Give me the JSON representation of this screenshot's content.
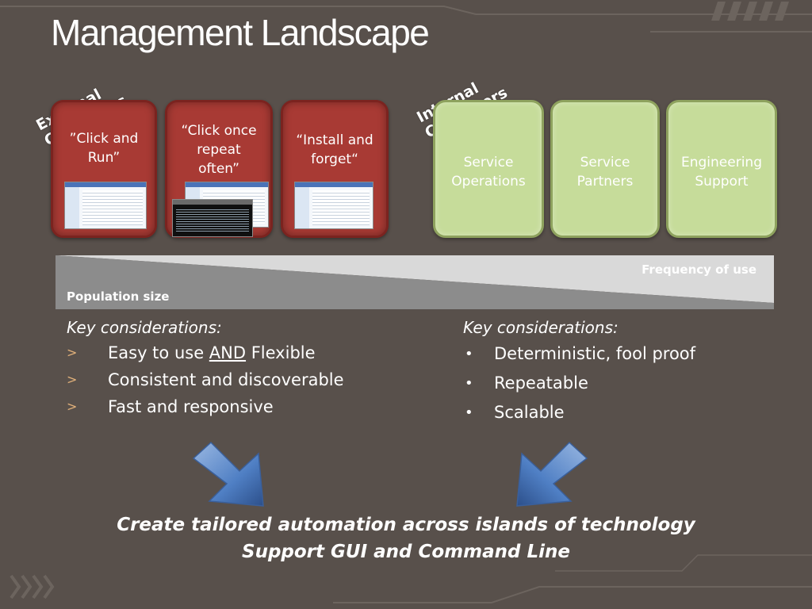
{
  "slide": {
    "title": "Management Landscape"
  },
  "groups": {
    "external": [
      "External",
      "Customers"
    ],
    "internal": [
      "Internal",
      "Customers"
    ]
  },
  "external_boxes": [
    {
      "lines": [
        "”Click and",
        "Run”"
      ]
    },
    {
      "lines": [
        "“Click once",
        "repeat",
        "often”"
      ]
    },
    {
      "lines": [
        "“Install and",
        "forget“"
      ]
    }
  ],
  "internal_boxes": [
    {
      "lines": [
        "Service",
        "Operations"
      ]
    },
    {
      "lines": [
        "Service",
        "Partners"
      ]
    },
    {
      "lines": [
        "Engineering",
        "Support"
      ]
    }
  ],
  "band": {
    "frequency_label": "Frequency of use",
    "population_label": "Population size"
  },
  "left_column": {
    "heading": "Key considerations:",
    "marker": ">",
    "items": [
      {
        "before": "Easy to use ",
        "emphasis": "AND",
        "after": " Flexible"
      },
      {
        "before": "Consistent and discoverable",
        "emphasis": "",
        "after": ""
      },
      {
        "before": "Fast and responsive",
        "emphasis": "",
        "after": ""
      }
    ]
  },
  "right_column": {
    "heading": "Key considerations:",
    "marker": "•",
    "items": [
      "Deterministic, fool proof",
      "Repeatable",
      "Scalable"
    ]
  },
  "conclusion": {
    "line1": "Create tailored automation across islands of technology",
    "line2": "Support GUI and Command Line"
  },
  "colors": {
    "background": "#58504b",
    "external_box": "#a83a34",
    "internal_box": "#c6dc9a",
    "band_light": "#d9d9d9",
    "band_dark": "#8c8c8c",
    "arrow": "#4f7fc4"
  }
}
